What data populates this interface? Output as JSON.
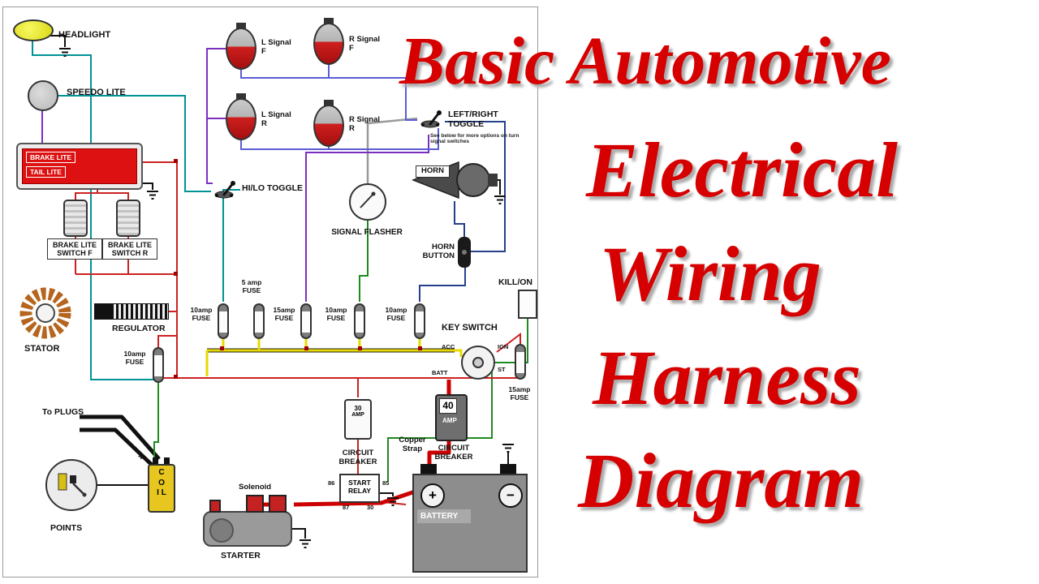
{
  "title": {
    "lines": [
      "Basic Automotive",
      "Electrical",
      "Wiring",
      "Harness",
      "Diagram"
    ],
    "color": "#d60000"
  },
  "diagram": {
    "components": {
      "headlight": {
        "label": "HEADLIGHT"
      },
      "speedo": {
        "label": "SPEEDO LITE"
      },
      "brake_tail": {
        "brake": "BRAKE LITE",
        "tail": "TAIL LITE"
      },
      "signals": [
        {
          "label": "L Signal F"
        },
        {
          "label": "R Signal F"
        },
        {
          "label": "L Signal R"
        },
        {
          "label": "R Signal R"
        }
      ],
      "left_right_toggle": {
        "label": "LEFT/RIGHT TOGGLE",
        "note": "See below for more options on turn signal switches"
      },
      "hi_lo_toggle": {
        "label": "HI/LO TOGGLE"
      },
      "signal_flasher": {
        "label": "SIGNAL FLASHER"
      },
      "horn": {
        "label": "HORN"
      },
      "horn_button": {
        "label": "HORN BUTTON"
      },
      "kill_switch": {
        "label": "KILL/ON"
      },
      "brake_switch_f": {
        "label": "BRAKE LITE SWITCH F"
      },
      "brake_switch_r": {
        "label": "BRAKE LITE SWITCH R"
      },
      "stator": {
        "label": "STATOR"
      },
      "regulator": {
        "label": "REGULATOR"
      },
      "key_switch": {
        "label": "KEY SWITCH",
        "terminals": {
          "acc": "ACC",
          "ign": "IGN",
          "batt": "BATT",
          "st": "ST"
        }
      },
      "breaker_30": {
        "value": "30",
        "unit": "AMP",
        "label": "CIRCUIT BREAKER"
      },
      "breaker_40": {
        "value": "40",
        "unit": "AMP",
        "label": "CIRCUIT BREAKER"
      },
      "copper_strap": {
        "label": "Copper Strap"
      },
      "start_relay": {
        "label": "START RELAY",
        "terminals": {
          "t86": "86",
          "t85": "85",
          "t87": "87",
          "t30": "30"
        }
      },
      "solenoid": {
        "label": "Solenoid"
      },
      "starter": {
        "label": "STARTER"
      },
      "battery": {
        "label": "BATTERY",
        "plus": "+",
        "minus": "−"
      },
      "to_plugs": {
        "label": "To PLUGS"
      },
      "points": {
        "label": "POINTS"
      },
      "coil": {
        "label": "C O I L",
        "plus": "+"
      }
    },
    "fuses": [
      {
        "label": "10amp FUSE"
      },
      {
        "label": "5 amp FUSE"
      },
      {
        "label": "15amp FUSE"
      },
      {
        "label": "10amp FUSE"
      },
      {
        "label": "10amp FUSE"
      },
      {
        "label": "10amp FUSE"
      },
      {
        "label": "15amp FUSE"
      }
    ],
    "wire_colors": {
      "teal": "#009396",
      "purple": "#7b2fbe",
      "violet": "#5b5bd6",
      "green": "#1f8a1f",
      "yellow": "#e8d900",
      "red": "#cc2222",
      "thick_red": "#cc0000",
      "navy": "#27408b",
      "gray": "#9a9a9a",
      "black": "#111111"
    }
  }
}
